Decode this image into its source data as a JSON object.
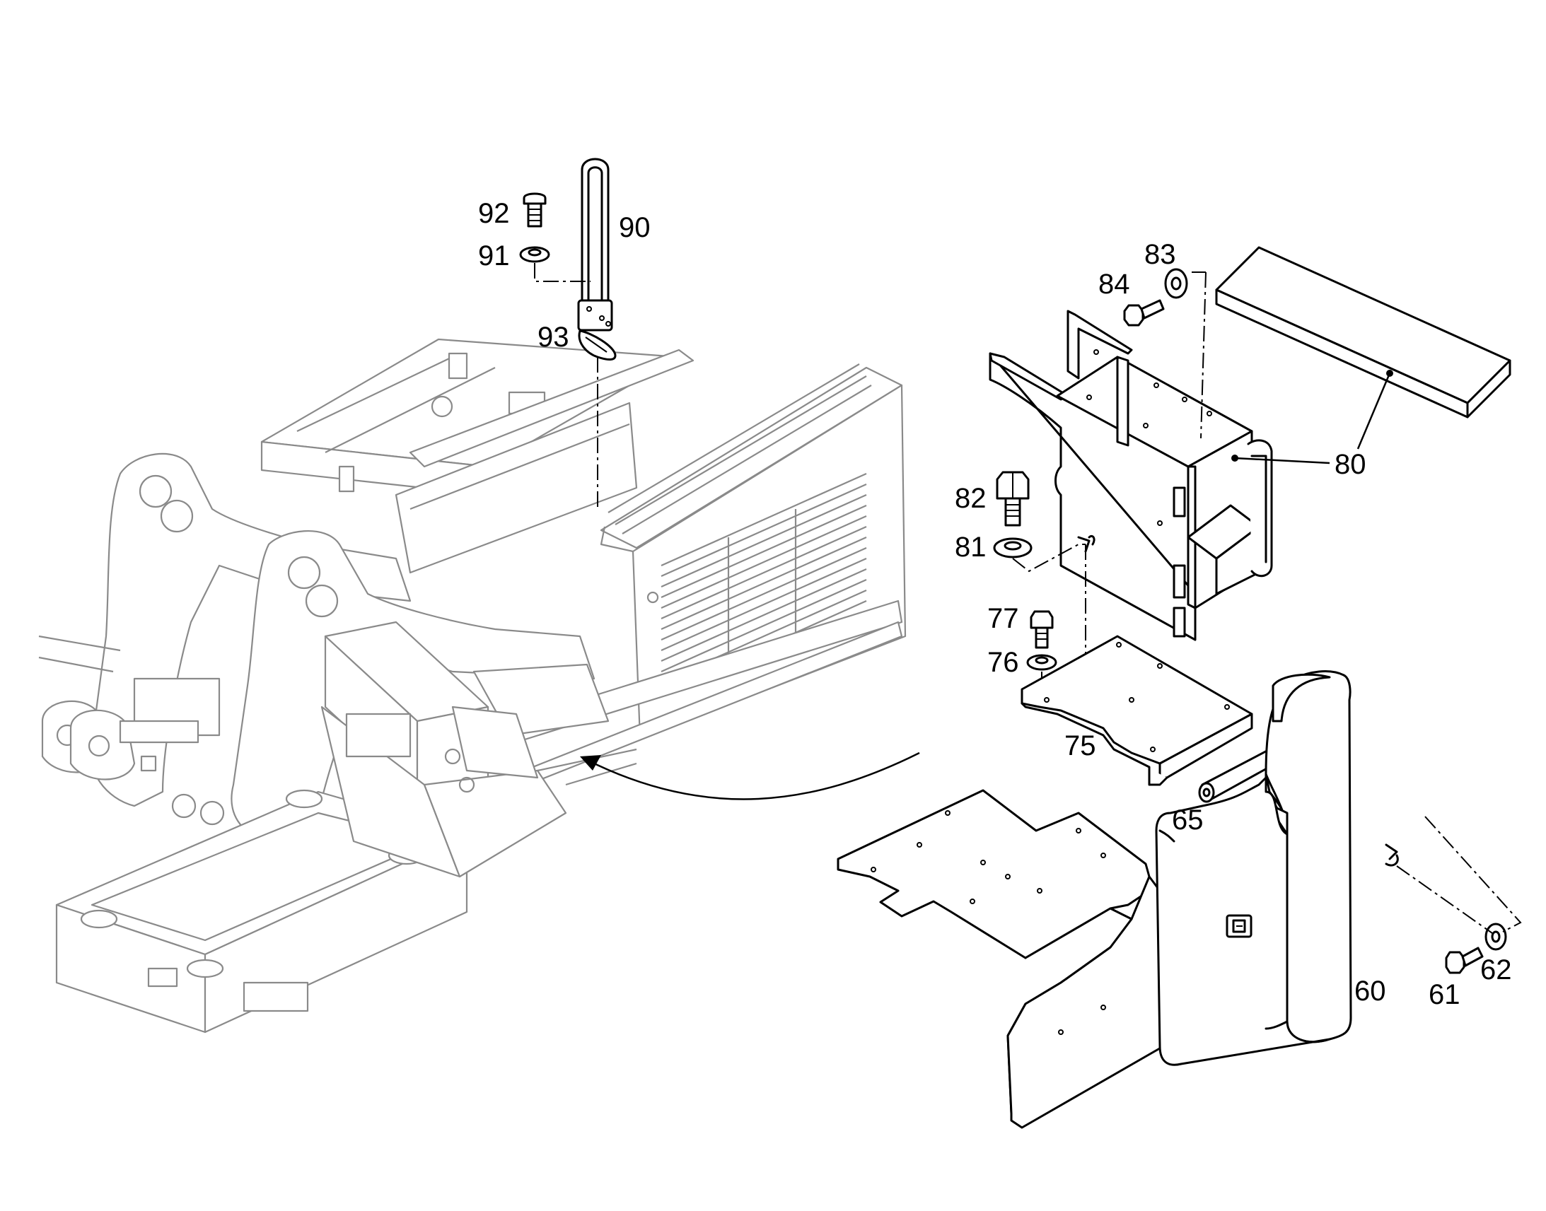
{
  "callouts": {
    "p90": "90",
    "p92": "92",
    "p91": "91",
    "p93": "93",
    "p84": "84",
    "p83": "83",
    "p80": "80",
    "p82": "82",
    "p81": "81",
    "p77": "77",
    "p76": "76",
    "p75": "75",
    "p65": "65",
    "p60": "60",
    "p61": "61",
    "p62": "62"
  }
}
